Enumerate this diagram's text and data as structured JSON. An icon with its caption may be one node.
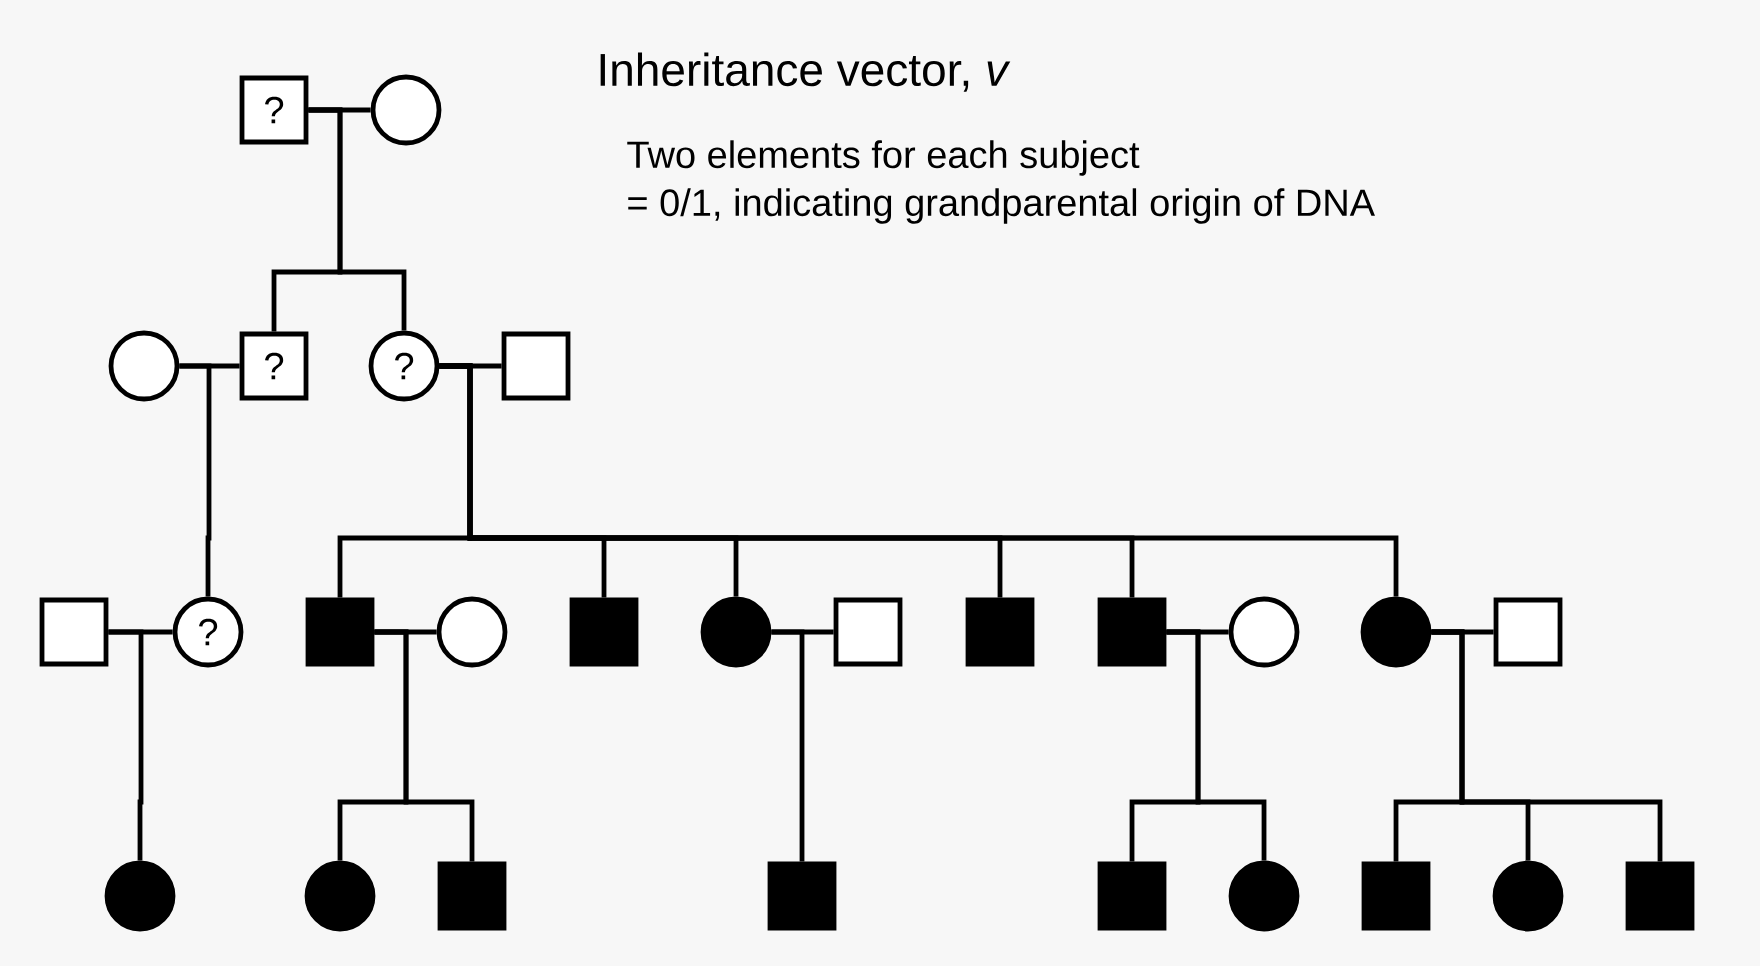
{
  "diagram": {
    "title": "Inheritance vector, *v*",
    "nodes": [
      {
        "text": [
          "?"
        ]
      },
      {
        "text": [],
        "shape": "circle"
      },
      {
        "text": [],
        "shape": "circle"
      },
      {
        "text": [
          "?"
        ]
      },
      {
        "text": [
          "?"
        ]
      },
      {
        "text": [],
        "shape": "box"
      },
      {
        "text": [],
        "shape": "box"
      },
      {
        "text": [
          "?"
        ]
      },
      {
        "text": [],
        "shape": "filled-box"
      },
      {
        "text": [],
        "shape": "circle"
      },
      {
        "text": [],
        "shape": "filled-box"
      },
      {
        "text": [],
        "shape": "filled-circle"
      },
      {
        "text": [],
        "shape": "box"
      },
      {
        "text": [],
        "shape": "filled-box"
      },
      {
        "text": [],
        "shape": "filled-box"
      },
      {
        "text": [],
        "shape": "circle"
      },
      {
        "text": [],
        "shape": "filled-circle"
      },
      {
        "text": [],
        "shape": "box"
      },
      {
        "text": [],
        "shape": "filled-circle"
      },
      {
        "text": [],
        "shape": "filled-circle"
      },
      {
        "text": [],
        "shape": "filled-box"
      },
      {
        "text": [],
        "shape": "filled-box"
      },
      {
        "text": [],
        "shape": "filled-box"
      },
      {
        "text": [],
        "shape": "filled-circle"
      },
      {
        "text": [],
        "shape": "filled-box"
      },
      {
        "text": [],
        "shape": "filled-circle"
      },
      {
        "text": [],
        "shape": "filled-box"
      }
    ],
    "edges": [
      {
        "from": 0,
        "to": 1,
        "arrow": "none"
      },
      {
        "from": 0,
        "to": 3,
        "arrow": "none"
      },
      {
        "from": 0,
        "to": 4,
        "arrow": "none"
      },
      {
        "from": 2,
        "to": 3,
        "arrow": "none"
      },
      {
        "from": 4,
        "to": 5,
        "arrow": "none"
      },
      {
        "from": 2,
        "to": 7,
        "arrow": "none"
      },
      {
        "from": 4,
        "to": 8,
        "arrow": "none"
      },
      {
        "from": 4,
        "to": 10,
        "arrow": "none"
      },
      {
        "from": 4,
        "to": 11,
        "arrow": "none"
      },
      {
        "from": 4,
        "to": 13,
        "arrow": "none"
      },
      {
        "from": 4,
        "to": 14,
        "arrow": "none"
      },
      {
        "from": 4,
        "to": 16,
        "arrow": "none"
      },
      {
        "from": 6,
        "to": 7,
        "arrow": "none"
      },
      {
        "from": 8,
        "to": 9,
        "arrow": "none"
      },
      {
        "from": 11,
        "to": 12,
        "arrow": "none"
      },
      {
        "from": 14,
        "to": 15,
        "arrow": "none"
      },
      {
        "from": 16,
        "to": 17,
        "arrow": "none"
      },
      {
        "from": 6,
        "to": 18,
        "arrow": "none"
      },
      {
        "from": 8,
        "to": 19,
        "arrow": "none"
      },
      {
        "from": 8,
        "to": 20,
        "arrow": "none"
      },
      {
        "from": 11,
        "to": 21,
        "arrow": "none"
      },
      {
        "from": 14,
        "to": 22,
        "arrow": "none"
      },
      {
        "from": 14,
        "to": 23,
        "arrow": "none"
      },
      {
        "from": 16,
        "to": 24,
        "arrow": "none"
      },
      {
        "from": 16,
        "to": 25,
        "arrow": "none"
      },
      {
        "from": 16,
        "to": 26,
        "arrow": "none"
      }
    ],
    "labels": [
      "Two elements for each subject",
      "= 0/1, indicating grandparental origin of DNA"
    ]
  }
}
